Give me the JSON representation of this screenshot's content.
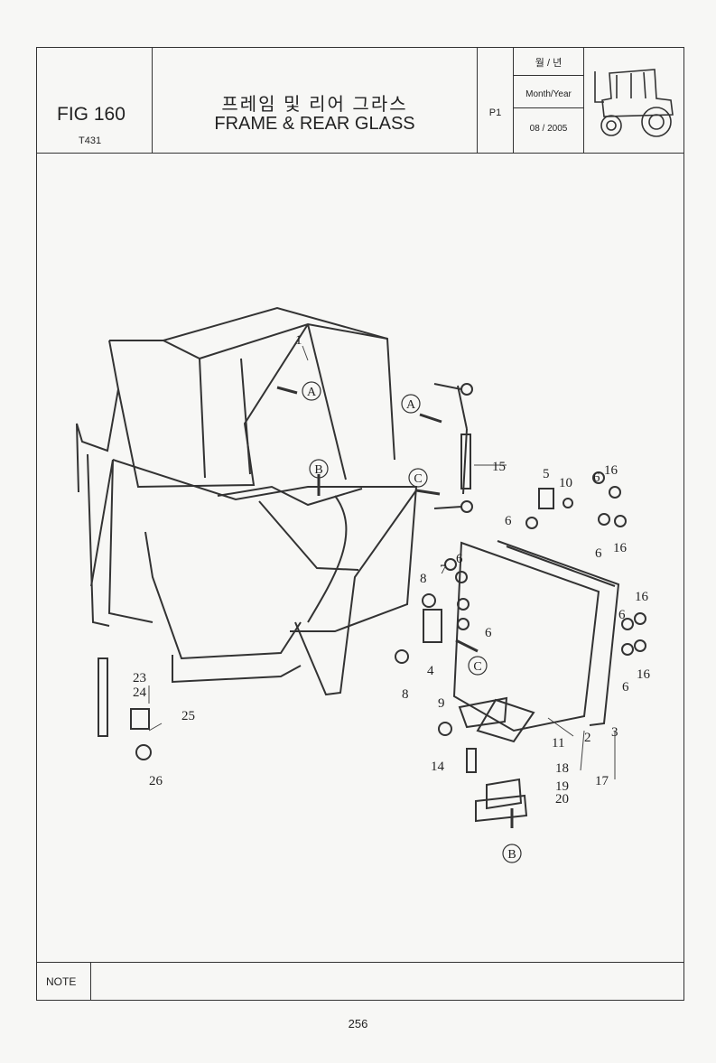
{
  "header": {
    "fig_label": "FIG 160",
    "model": "T431",
    "title_ko": "프레임 및 리어 그라스",
    "title_en": "FRAME & REAR GLASS",
    "page_code": "P1",
    "date_label_ko": "월 / 년",
    "date_label_en": "Month/Year",
    "date_value": "08 / 2005",
    "tractor_icon": "tractor-cab-icon"
  },
  "diagram": {
    "callouts": [
      {
        "label": "1"
      },
      {
        "label": "2"
      },
      {
        "label": "3"
      },
      {
        "label": "4"
      },
      {
        "label": "5"
      },
      {
        "label": "6"
      },
      {
        "label": "6"
      },
      {
        "label": "6"
      },
      {
        "label": "6"
      },
      {
        "label": "6"
      },
      {
        "label": "6"
      },
      {
        "label": "6"
      },
      {
        "label": "7"
      },
      {
        "label": "8"
      },
      {
        "label": "8"
      },
      {
        "label": "9"
      },
      {
        "label": "10"
      },
      {
        "label": "11"
      },
      {
        "label": "14"
      },
      {
        "label": "15"
      },
      {
        "label": "16"
      },
      {
        "label": "16"
      },
      {
        "label": "16"
      },
      {
        "label": "16"
      },
      {
        "label": "17"
      },
      {
        "label": "18"
      },
      {
        "label": "19"
      },
      {
        "label": "20"
      },
      {
        "label": "23"
      },
      {
        "label": "24"
      },
      {
        "label": "25"
      },
      {
        "label": "26"
      }
    ],
    "markers": [
      {
        "label": "A"
      },
      {
        "label": "A"
      },
      {
        "label": "B"
      },
      {
        "label": "B"
      },
      {
        "label": "C"
      },
      {
        "label": "C"
      }
    ]
  },
  "footer": {
    "note_label": "NOTE"
  },
  "page_number": "256"
}
